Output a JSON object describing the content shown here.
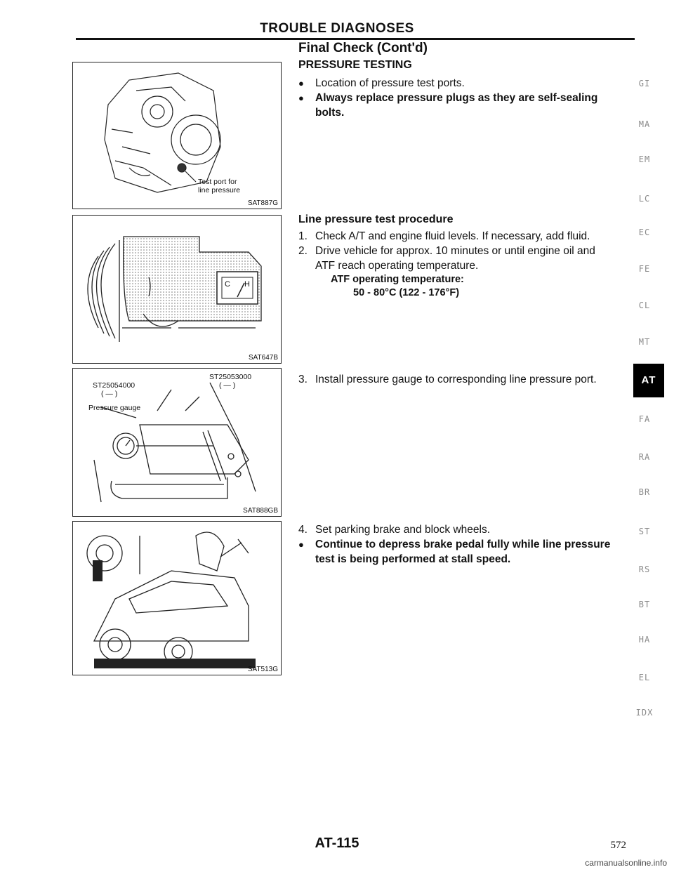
{
  "header": {
    "title": "TROUBLE DIAGNOSES"
  },
  "section": {
    "title": "Final Check (Cont'd)",
    "subtitle": "PRESSURE TESTING"
  },
  "pressure_testing": {
    "bullets": [
      "Location of pressure test ports.",
      "Always replace pressure plugs as they are self-sealing",
      "bolts."
    ]
  },
  "procedure": {
    "title": "Line pressure test procedure",
    "step1_num": "1.",
    "step1": "Check A/T and engine fluid levels. If necessary, add fluid.",
    "step2_num": "2.",
    "step2_line1": "Drive vehicle for approx. 10 minutes or until engine oil and",
    "step2_line2": "ATF reach operating temperature.",
    "atf_label": "ATF operating temperature:",
    "atf_value": "50 - 80°C (122 - 176°F)",
    "step3_num": "3.",
    "step3": "Install pressure gauge to corresponding line pressure port.",
    "step4_num": "4.",
    "step4": "Set parking brake and block wheels.",
    "step4_bullet_line1": "Continue to depress brake pedal fully while line pressure",
    "step4_bullet_line2": "test is being performed at stall speed."
  },
  "figures": [
    {
      "code": "SAT887G",
      "label_line1": "Test port for",
      "label_line2": "line pressure"
    },
    {
      "code": "SAT647B",
      "gauge_c": "C",
      "gauge_h": "H"
    },
    {
      "code": "SAT888GB",
      "tool1": "ST25053000",
      "tool1_sub": "( — )",
      "tool2": "ST25054000",
      "tool2_sub": "( — )",
      "gauge_label": "Pressure gauge"
    },
    {
      "code": "SAT513G"
    }
  ],
  "side_tabs": [
    "GI",
    "MA",
    "EM",
    "LC",
    "EC",
    "FE",
    "CL",
    "MT",
    "AT",
    "FA",
    "RA",
    "BR",
    "ST",
    "RS",
    "BT",
    "HA",
    "EL",
    "IDX"
  ],
  "active_tab": "AT",
  "footer": {
    "page_label": "AT-115",
    "page_number": "572"
  },
  "watermark": "carmanualsonline.info"
}
